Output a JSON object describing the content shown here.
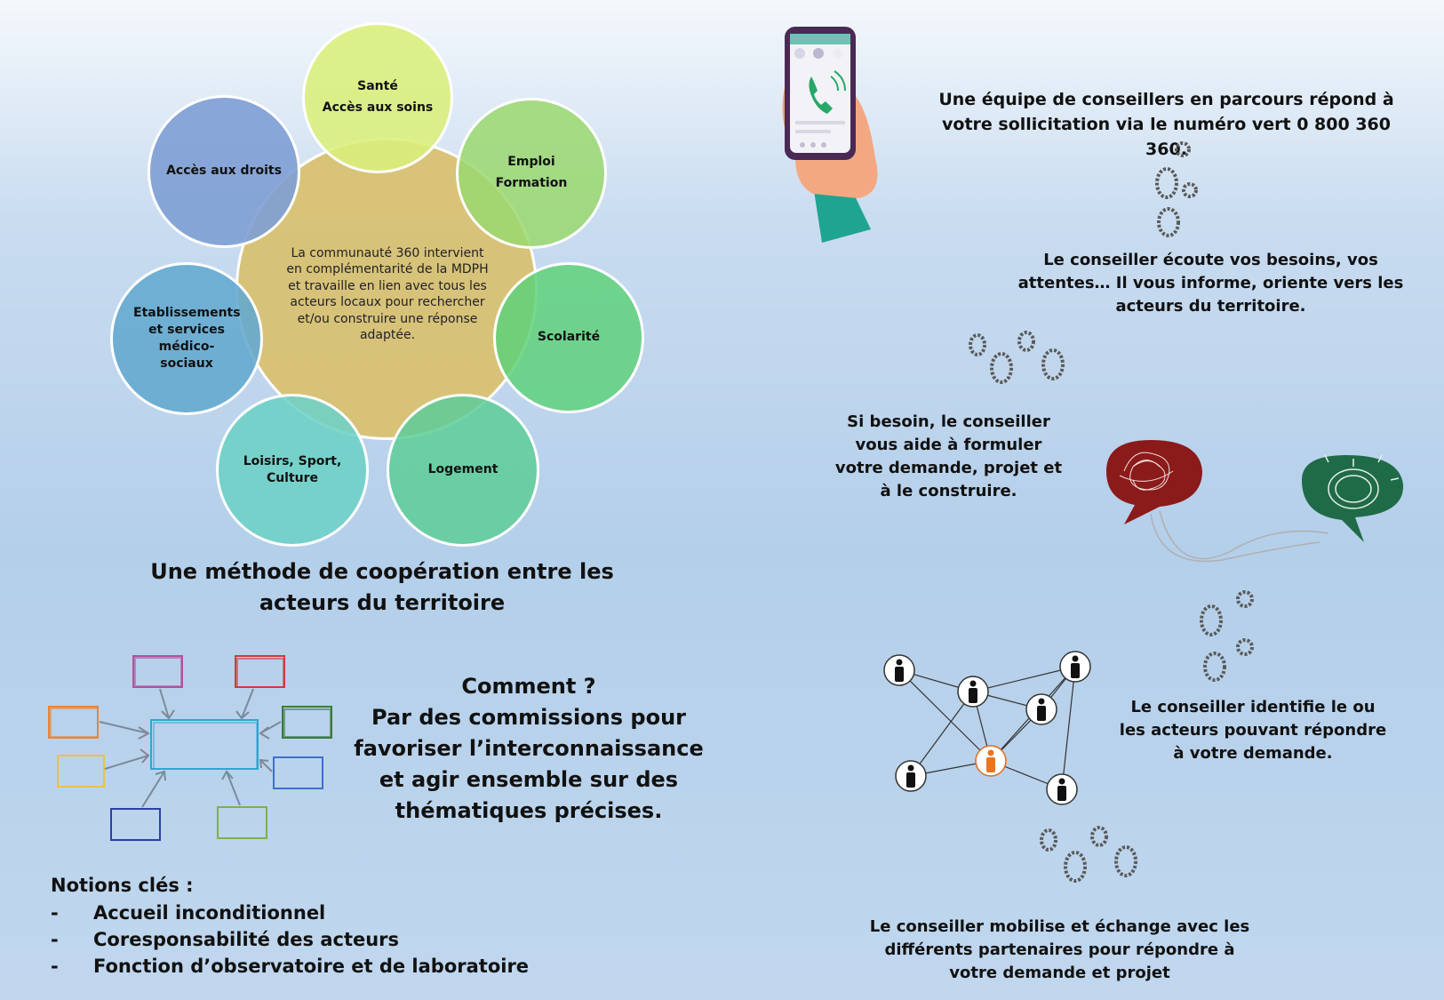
{
  "method_diagram": {
    "center_text": "La communauté 360 intervient en complémentarité de la MDPH et travaille en lien avec tous les acteurs locaux pour rechercher et/ou construire une réponse adaptée.",
    "petals": [
      {
        "line1": "Santé",
        "line2": "Accès aux soins",
        "color": "#d9ef7a"
      },
      {
        "line1": "Emploi",
        "line2": "Formation",
        "color": "#9ad86f"
      },
      {
        "line1": "Scolarité",
        "line2": "",
        "color": "#5fd17a"
      },
      {
        "line1": "Logement",
        "line2": "",
        "color": "#5dcd98"
      },
      {
        "line1": "Loisirs, Sport,",
        "line2": "Culture",
        "color": "#6dd0c6"
      },
      {
        "line1": "Etablissements et services",
        "line2": "médico-sociaux",
        "color": "#63a9cf"
      },
      {
        "line1": "Accès aux droits",
        "line2": "",
        "color": "#7e9fd4"
      }
    ],
    "center_color": "#d8c172",
    "caption": "Une méthode de coopération entre les acteurs du territoire"
  },
  "comment": {
    "question": "Comment ?",
    "answer": "Par des commissions pour favoriser l’interconnaissance et agir ensemble sur des thématiques précises."
  },
  "notions": {
    "title": "Notions clés :",
    "dash": "-",
    "items": [
      "Accueil inconditionnel",
      "Coresponsabilité des acteurs",
      "Fonction d’observatoire et de laboratoire"
    ]
  },
  "steps": {
    "step1": "Une équipe de conseillers en parcours répond à votre sollicitation via le numéro vert 0 800 360 360.",
    "step2": "Le conseiller écoute vos besoins, vos attentes… Il vous informe, oriente vers les acteurs du territoire.",
    "step3": "Si besoin, le conseiller vous aide à formuler votre demande, projet et à le construire.",
    "step4": "Le conseiller identifie le ou les acteurs pouvant répondre à votre demande.",
    "step5": "Le conseiller mobilise et échange avec les différents partenaires pour répondre à votre demande et projet"
  },
  "icons": [
    "phone-hand-icon",
    "footprints-icon",
    "speech-bubbles-icon",
    "network-people-icon",
    "sketch-arrows-icon"
  ]
}
